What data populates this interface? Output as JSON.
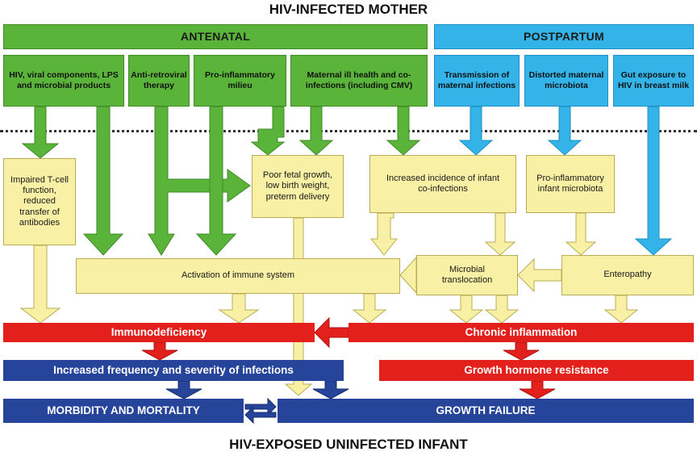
{
  "top_title": "HIV-INFECTED MOTHER",
  "bottom_title": "HIV-EXPOSED UNINFECTED INFANT",
  "sections": {
    "antenatal": "ANTENATAL",
    "postpartum": "POSTPARTUM"
  },
  "factors": {
    "viral": "HIV, viral components, LPS and microbial products",
    "art": "Anti-retroviral therapy",
    "proinflam_milieu": "Pro-inflammatory milieu",
    "maternal_ill_health": "Maternal ill health and co- infections (including CMV)",
    "transmission": "Transmission of maternal infections",
    "distorted_microbiota": "Distorted maternal microbiota",
    "gut_exposure": "Gut exposure to HIV in breast milk"
  },
  "effects": {
    "impaired_tcell": "Impaired T-cell function, reduced transfer of antibodies",
    "poor_growth": "Poor fetal growth, low birth weight, preterm delivery",
    "coinfections": "Increased incidence of infant co-infections",
    "infant_microbiota": "Pro-inflammatory infant microbiota",
    "activation": "Activation of immune system",
    "translocation": "Microbial translocation",
    "enteropathy": "Enteropathy"
  },
  "outcomes": {
    "immunodeficiency": "Immunodeficiency",
    "chronic_inflammation": "Chronic inflammation",
    "infections": "Increased frequency and severity of infections",
    "gh_resistance": "Growth hormone resistance",
    "morbidity": "MORBIDITY AND MORTALITY",
    "growth_failure": "GROWTH FAILURE"
  },
  "colors": {
    "green": "#5bb43a",
    "blue": "#33b3e8",
    "yellow": "#f8f0a4",
    "red": "#e3201b",
    "navy": "#25449a"
  }
}
